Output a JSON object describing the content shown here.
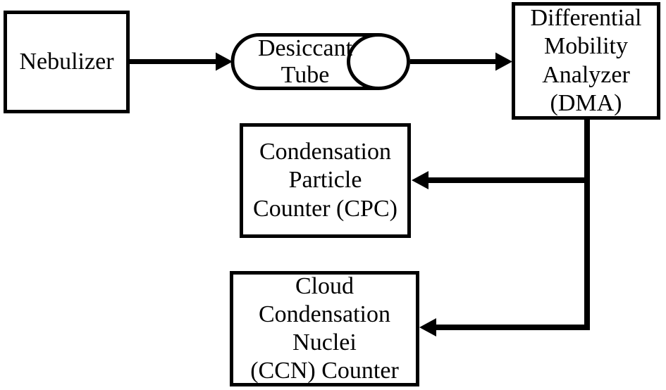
{
  "diagram": {
    "background_color": "#ffffff",
    "line_color": "#000000",
    "nodes": {
      "nebulizer": {
        "shape": "rectangle",
        "label": "Nebulizer",
        "lines": [
          "Nebulizer"
        ]
      },
      "desiccant_tube": {
        "shape": "cylinder",
        "label": "Desiccant Tube",
        "lines": [
          "Desiccant",
          "Tube"
        ]
      },
      "dma": {
        "shape": "rectangle",
        "label": "Differential Mobility Analyzer (DMA)",
        "lines": [
          "Differential",
          "Mobility",
          "Analyzer",
          "(DMA)"
        ]
      },
      "cpc": {
        "shape": "rectangle",
        "label": "Condensation Particle Counter (CPC)",
        "lines": [
          "Condensation",
          "Particle",
          "Counter (CPC)"
        ]
      },
      "ccn": {
        "shape": "rectangle",
        "label": "Cloud Condensation Nuclei (CCN) Counter",
        "lines": [
          "Cloud",
          "Condensation",
          "Nuclei",
          "(CCN) Counter"
        ]
      }
    },
    "edges": [
      {
        "from": "Nebulizer",
        "to": "Desiccant Tube"
      },
      {
        "from": "Desiccant Tube",
        "to": "Differential Mobility Analyzer (DMA)"
      },
      {
        "from": "Differential Mobility Analyzer (DMA)",
        "to": "Condensation Particle Counter (CPC)"
      },
      {
        "from": "Differential Mobility Analyzer (DMA)",
        "to": "Cloud Condensation Nuclei (CCN) Counter"
      }
    ]
  }
}
